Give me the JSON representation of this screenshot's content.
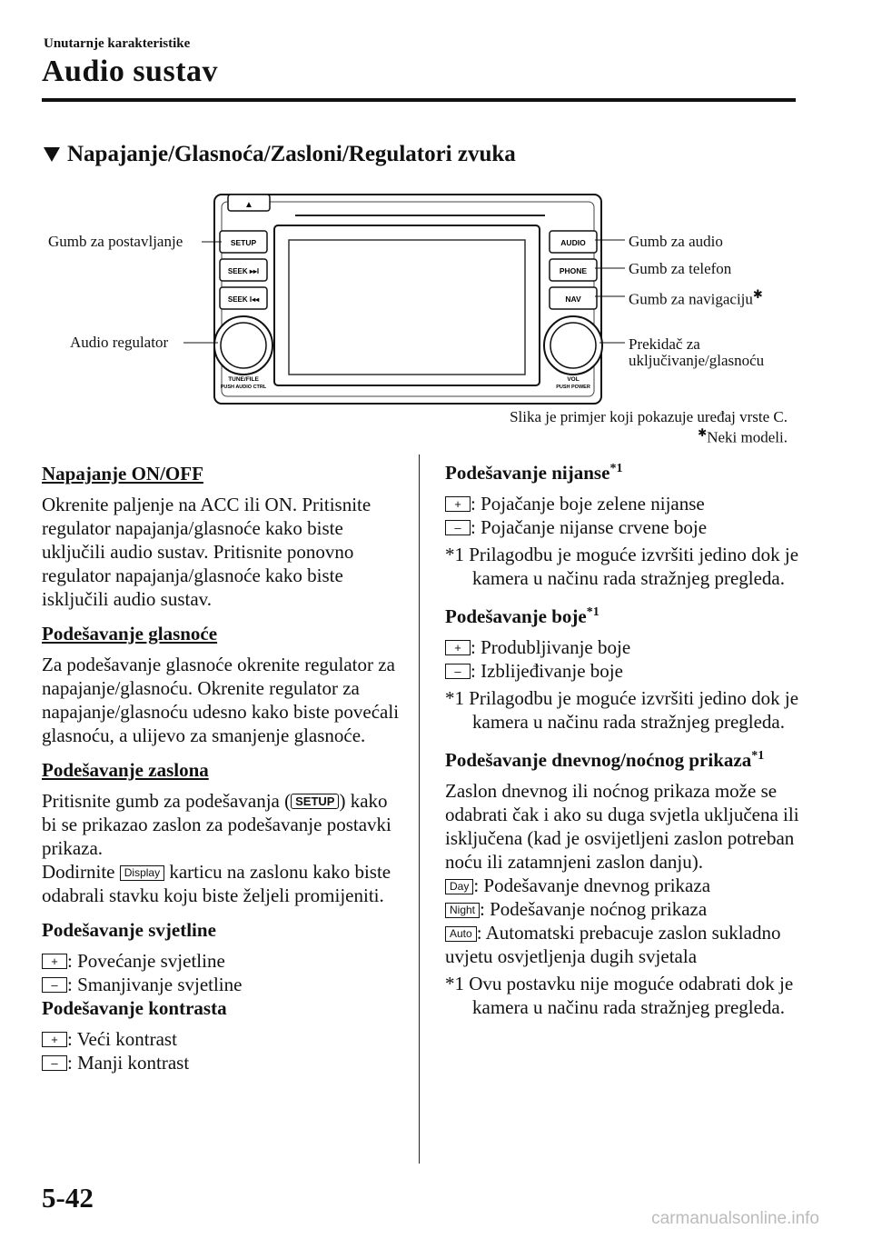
{
  "header": {
    "breadcrumb": "Unutarnje karakteristike",
    "chapter_title": "Audio sustav"
  },
  "section_title": "Napajanje/Glasnoća/Zasloni/Regulatori zvuka",
  "figure": {
    "device_buttons": {
      "eject": "▲",
      "setup": "SETUP",
      "seek_fwd": "SEEK ▸▸I",
      "seek_back": "SEEK I◂◂",
      "audio": "AUDIO",
      "phone": "PHONE",
      "nav": "NAV",
      "knob_left_line1": "TUNE/FILE",
      "knob_left_line2": "PUSH AUDIO CTRL",
      "knob_right_line1": "VOL",
      "knob_right_line2": "PUSH POWER"
    },
    "labels": {
      "setup": "Gumb za postavljanje",
      "audio_regulator": "Audio regulator",
      "audio": "Gumb za audio",
      "phone": "Gumb za telefon",
      "nav": "Gumb za navigaciju",
      "power_line1": "Prekidač za",
      "power_line2": "uključivanje/glasnoću"
    },
    "caption": "Slika je primjer koji pokazuje uređaj vrste C.",
    "note": "Neki modeli.",
    "asterisk": "✱"
  },
  "left": {
    "power": {
      "heading": "Napajanje ON/OFF",
      "text": "Okrenite paljenje na ACC ili ON. Pritisnite regulator napajanja/glasnoće kako biste uključili audio sustav. Pritisnite ponovno regulator napajanja/glasnoće kako biste isključili audio sustav."
    },
    "volume": {
      "heading": "Podešavanje glasnoće",
      "text": "Za podešavanje glasnoće okrenite regulator za napajanje/glasnoću. Okrenite regulator za napajanje/glasnoću udesno kako biste povećali glasnoću, a ulijevo za smanjenje glasnoće."
    },
    "display": {
      "heading": "Podešavanje zaslona",
      "text1_a": "Pritisnite gumb za podešavanja (",
      "setup_key": "SETUP",
      "text1_b": ") kako bi se prikazao zaslon za podešavanje postavki prikaza.",
      "text2_a": "Dodirnite ",
      "display_key": "Display",
      "text2_b": " karticu na zaslonu kako biste odabrali stavku koju biste željeli promijeniti."
    },
    "brightness": {
      "heading": "Podešavanje svjetline",
      "plus": ": Povećanje svjetline",
      "minus": ": Smanjivanje svjetline"
    },
    "contrast": {
      "heading": "Podešavanje kontrasta",
      "plus": ": Veći kontrast",
      "minus": ": Manji kontrast"
    }
  },
  "right": {
    "tint": {
      "heading": "Podešavanje nijanse",
      "plus": ": Pojačanje boje zelene nijanse",
      "minus": ": Pojačanje nijanse crvene boje",
      "note": "*1 Prilagodbu je moguće izvršiti jedino dok je kamera u načinu rada stražnjeg pregleda."
    },
    "color": {
      "heading": "Podešavanje boje",
      "plus": ": Produbljivanje boje",
      "minus": ": Izblijeđivanje boje",
      "note": "*1 Prilagodbu je moguće izvršiti jedino dok je kamera u načinu rada stražnjeg pregleda."
    },
    "daynight": {
      "heading": "Podešavanje dnevnog/noćnog prikaza",
      "text": "Zaslon dnevnog ili noćnog prikaza može se odabrati čak i ako su duga svjetla uključena ili isključena (kad je osvijetljeni zaslon potreban noću ili zatamnjeni zaslon danju).",
      "day_key": "Day",
      "day": ": Podešavanje dnevnog prikaza",
      "night_key": "Night",
      "night": ": Podešavanje noćnog prikaza",
      "auto_key": "Auto",
      "auto": ": Automatski prebacuje zaslon sukladno uvjetu osvjetljenja dugih svjetala",
      "note": "*1 Ovu postavku nije moguće odabrati dok je kamera u načinu rada stražnjeg pregleda."
    },
    "footnote_mark": "*1",
    "plus_key": "+",
    "minus_key": "–"
  },
  "footer": {
    "page_number": "5-42",
    "watermark": "carmanualsonline.info"
  }
}
